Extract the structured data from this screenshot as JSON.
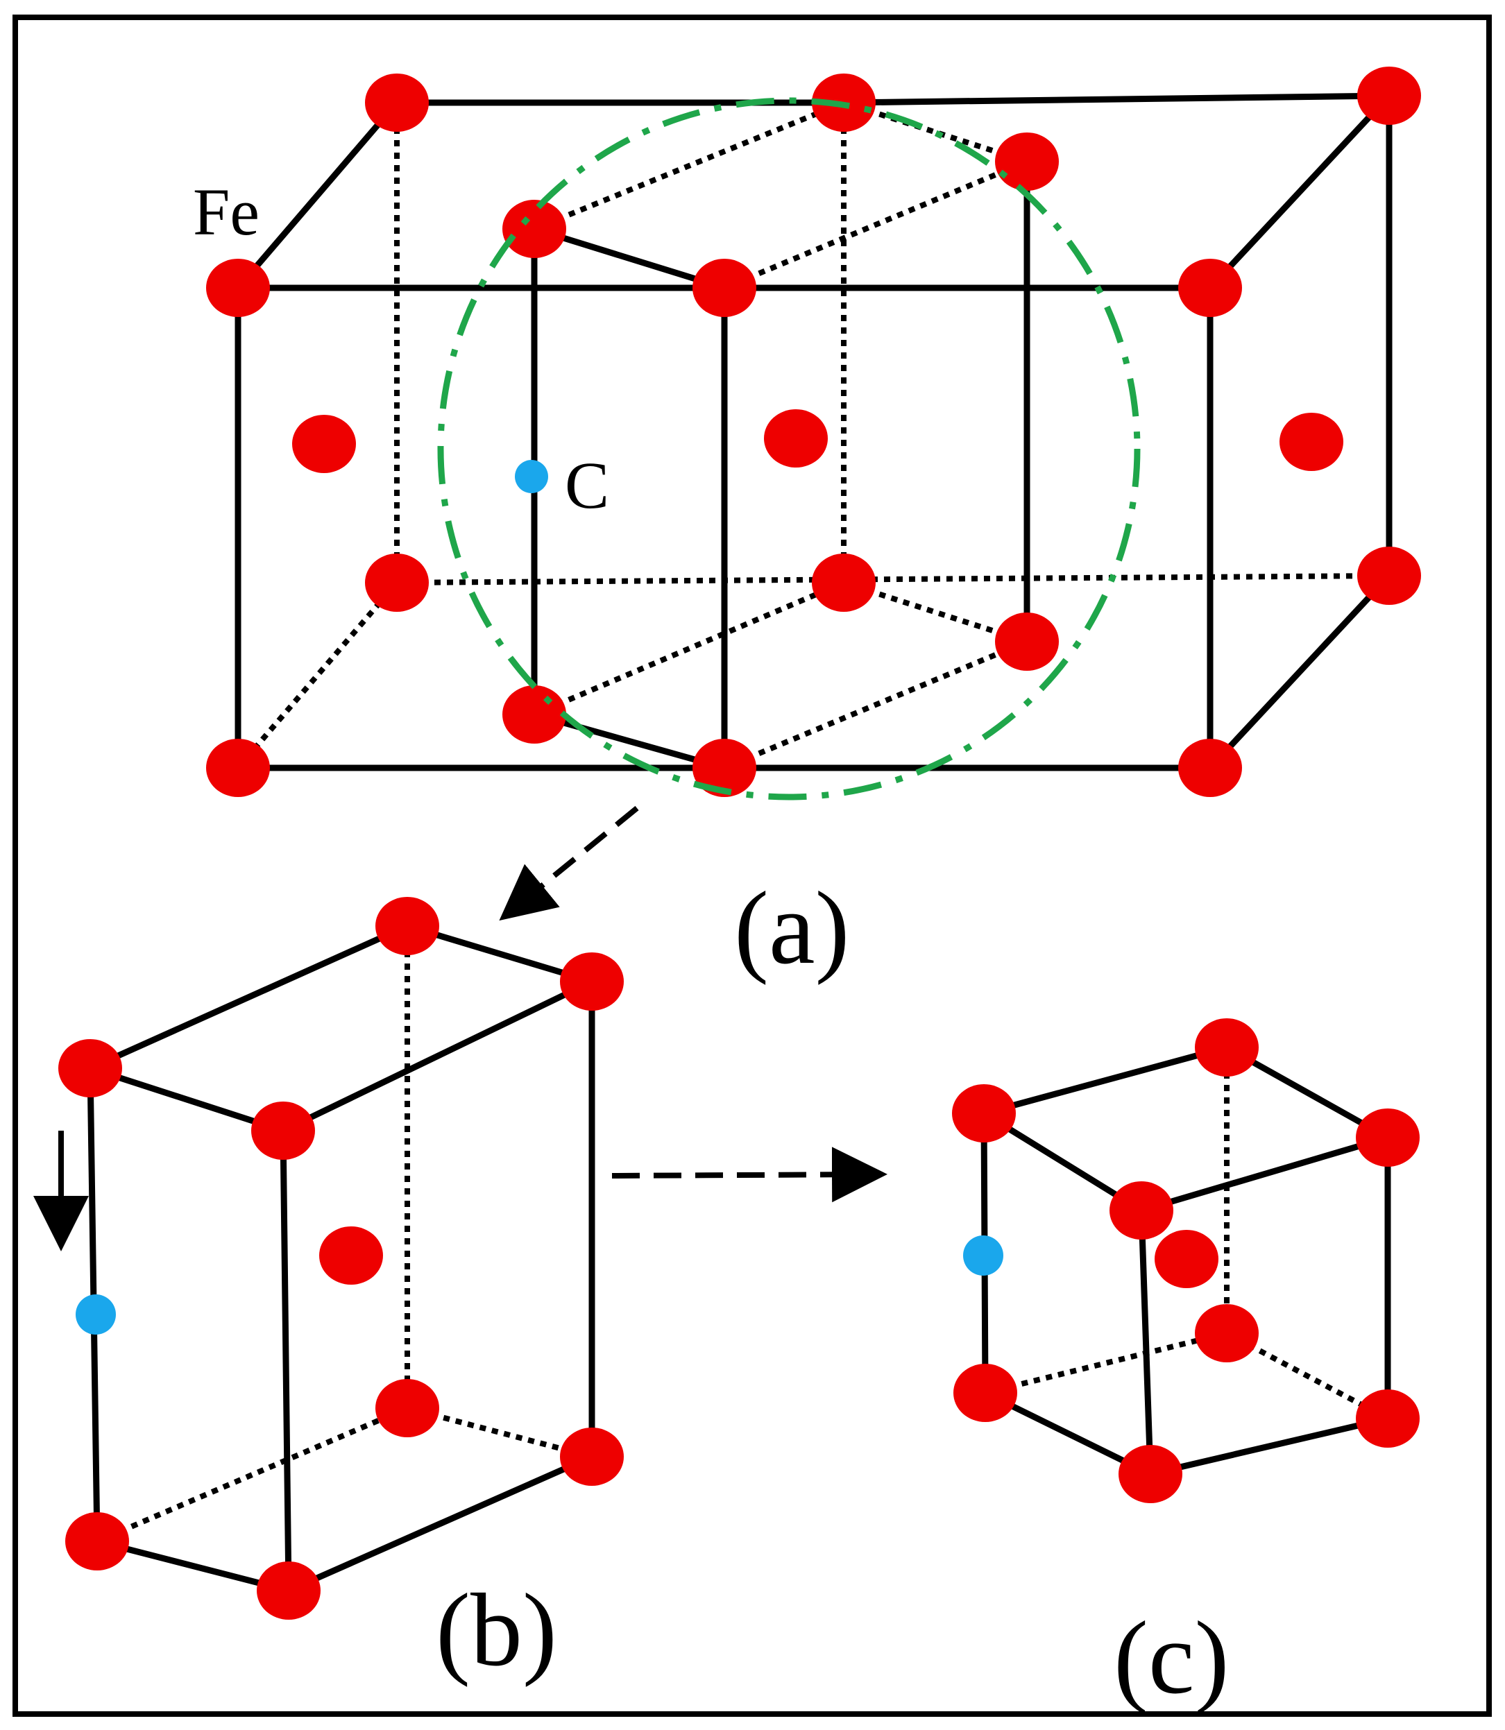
{
  "labels": {
    "fe": "Fe",
    "c": "C",
    "panel_a": "(a)",
    "panel_b": "(b)",
    "panel_c": "(c)"
  },
  "colors": {
    "fe_atom": "#ee0000",
    "c_atom": "#1aa7ec",
    "bond": "#000000",
    "highlight_circle": "#1fa64a",
    "frame": "#000000",
    "background": "#ffffff"
  }
}
